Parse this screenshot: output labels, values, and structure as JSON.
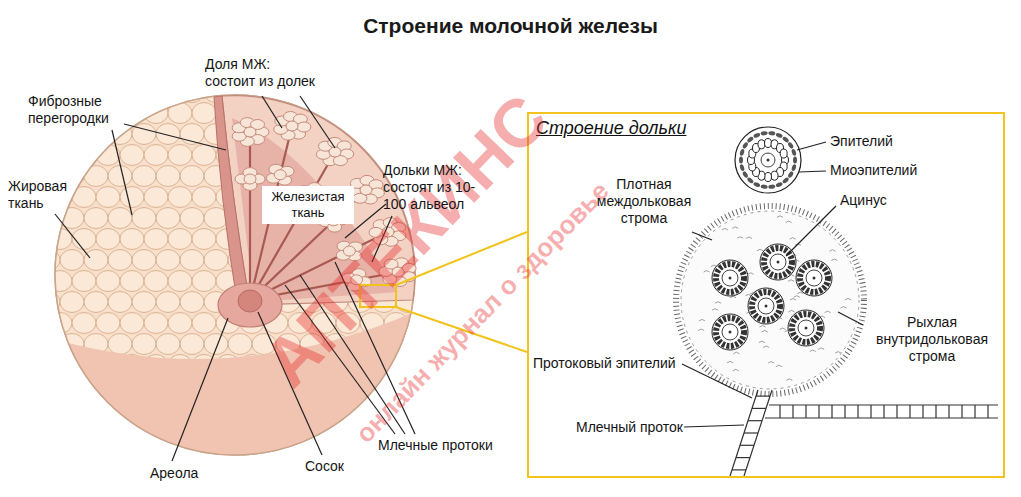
{
  "diagram": {
    "title": "Строение молочной железы",
    "nodes": [
      {
        "text": [
          "Железистая ткань"
        ]
      },
      {
        "text": [
          "Строение дольки"
        ]
      }
    ],
    "labels": [
      "Доля МЖ: состоит из долек",
      "Фиброзные перегородки",
      "Жировая ткань",
      "Дольки МЖ: состоят из 10-100 альвеол",
      "Эпителий",
      "Миоэпителий",
      "Ацинус",
      "Плотная междольковая строма",
      "Рыхлая внутридольковая строма",
      "Протоковый эпителий",
      "Млечный проток",
      "Ареола",
      "Сосок",
      "Млечные протоки",
      "АПТЕКИНС",
      "онлайн журнал о здоровье"
    ]
  }
}
